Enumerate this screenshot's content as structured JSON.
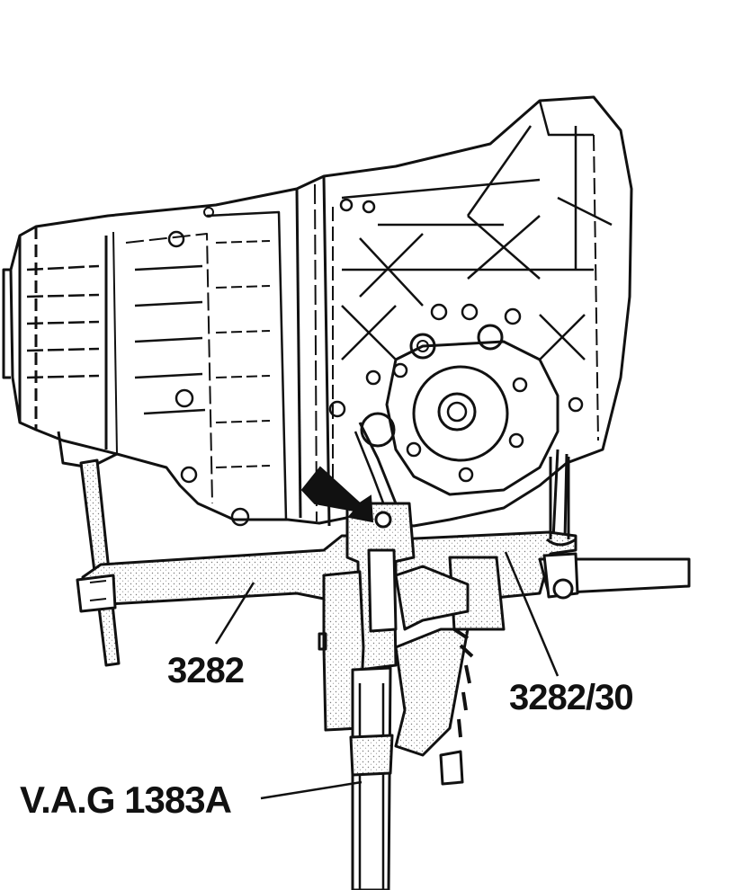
{
  "labels": {
    "support_tool": "3282",
    "adapter_tool": "3282/30",
    "lift_tool": "V.A.G 1383A"
  },
  "colors": {
    "line": "#111111",
    "background": "#ffffff",
    "stipple": "#7a7a7a",
    "arrow_marker": "#111111"
  }
}
